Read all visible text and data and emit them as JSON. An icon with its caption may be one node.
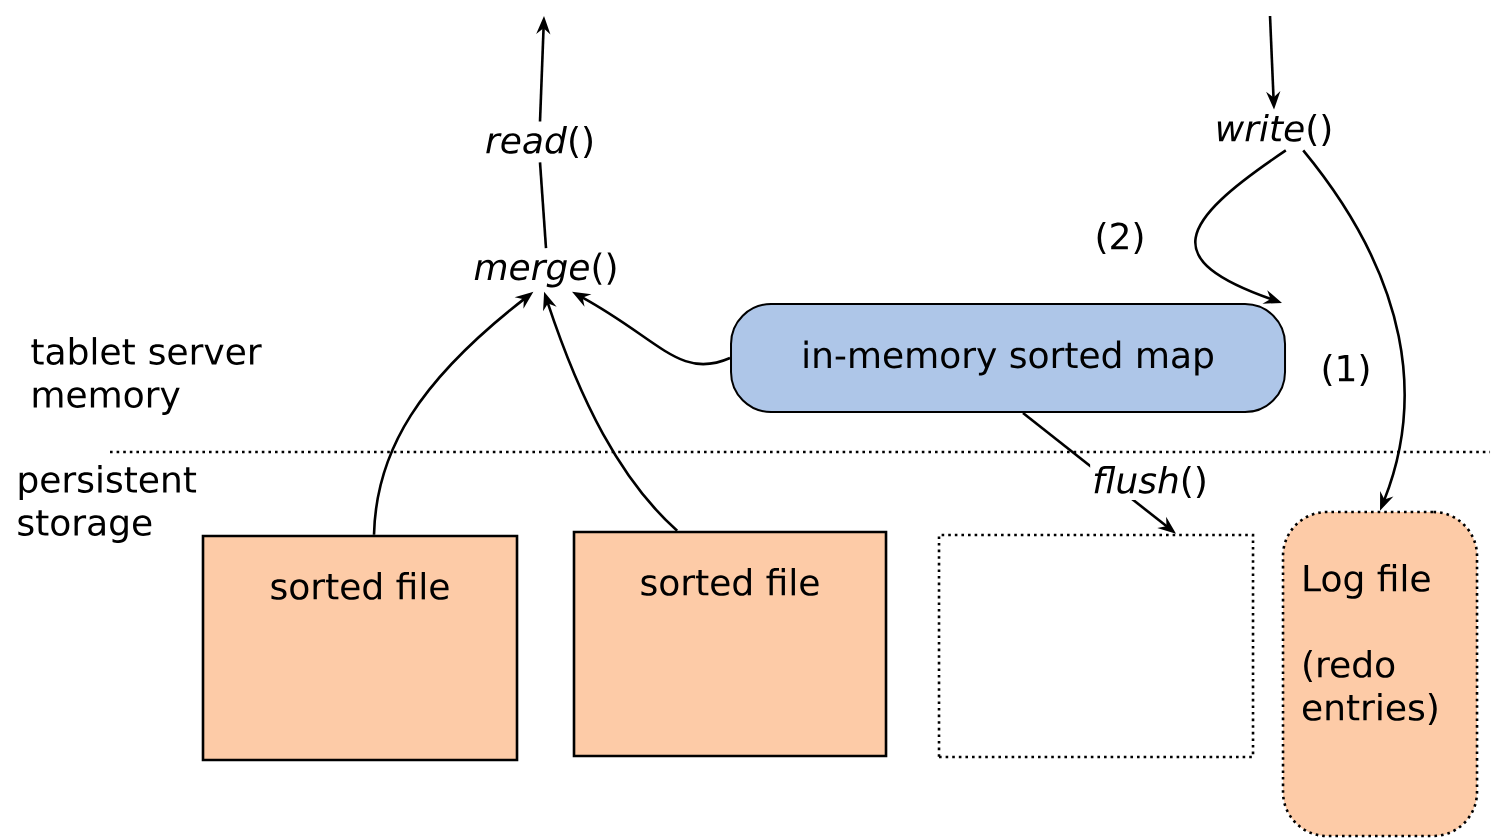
{
  "diagram": {
    "nodes": [
      {
        "text": [
          "*read*()"
        ]
      },
      {
        "text": [
          "*merge*()"
        ]
      },
      {
        "text": [
          "*write*()"
        ]
      },
      {
        "text": [
          "in-memory sorted map"
        ]
      },
      {
        "text": [
          "sorted file"
        ]
      },
      {
        "text": [
          "sorted file"
        ]
      },
      {
        "text": [],
        "shape": "box"
      },
      {
        "text": [
          "Log file",
          "(redo entries)"
        ]
      }
    ],
    "edges": [
      {
        "from": 0,
        "to": null,
        "arrow": "to"
      },
      {
        "from": 1,
        "to": 0,
        "arrow": "none"
      },
      {
        "from": null,
        "to": 2,
        "arrow": "to"
      },
      {
        "from": 2,
        "to": 3,
        "arrow": "to",
        "label": "(2)"
      },
      {
        "from": 2,
        "to": 7,
        "arrow": "to",
        "label": "(1)"
      },
      {
        "from": 3,
        "to": 1,
        "arrow": "to"
      },
      {
        "from": 4,
        "to": 1,
        "arrow": "to"
      },
      {
        "from": 5,
        "to": 1,
        "arrow": "to"
      },
      {
        "from": 3,
        "to": 6,
        "arrow": "to",
        "label": "*flush*()"
      }
    ],
    "labels": [
      "tablet server memory",
      "persistent storage"
    ]
  }
}
